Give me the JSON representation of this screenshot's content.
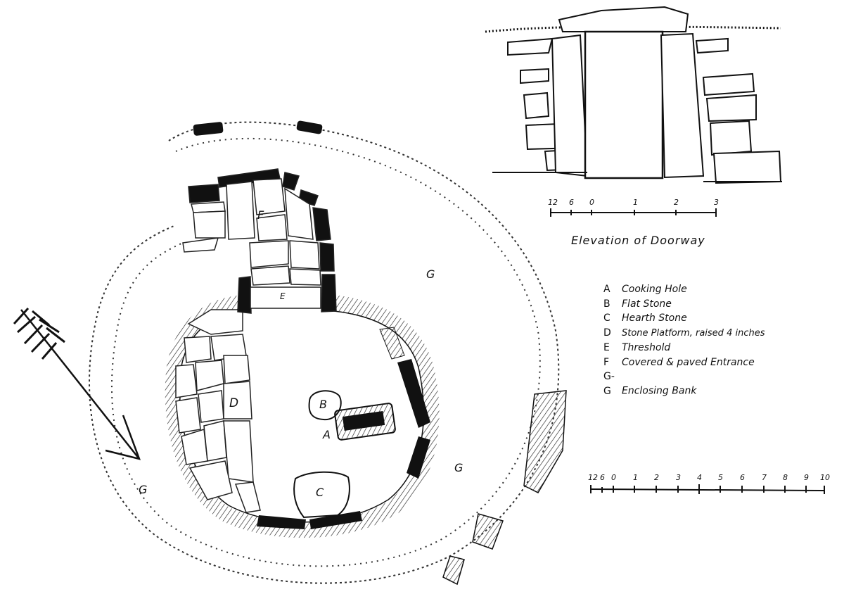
{
  "plan_labels": {
    "A": "A",
    "B": "B",
    "C": "C",
    "D": "D",
    "E": "E",
    "F": "F",
    "G_left": "G",
    "G_right_upper": "G",
    "G_right_lower": "G"
  },
  "elevation": {
    "caption": "Elevation of Doorway",
    "scale_ticks": [
      "12",
      "6",
      "0",
      "1",
      "2",
      "3"
    ]
  },
  "plan_scale": {
    "ticks": [
      "12",
      "6",
      "0",
      "1",
      "2",
      "3",
      "4",
      "5",
      "6",
      "7",
      "8",
      "9",
      "10"
    ]
  },
  "legend": [
    {
      "key": "A",
      "text": "Cooking Hole"
    },
    {
      "key": "B",
      "text": "Flat Stone"
    },
    {
      "key": "C",
      "text": "Hearth Stone"
    },
    {
      "key": "D",
      "text": "Stone Platform, raised 4 inches"
    },
    {
      "key": "E",
      "text": "Threshold"
    },
    {
      "key": "F",
      "text": "Covered & paved Entrance"
    },
    {
      "key": "G-G",
      "text": "Enclosing Bank"
    }
  ]
}
